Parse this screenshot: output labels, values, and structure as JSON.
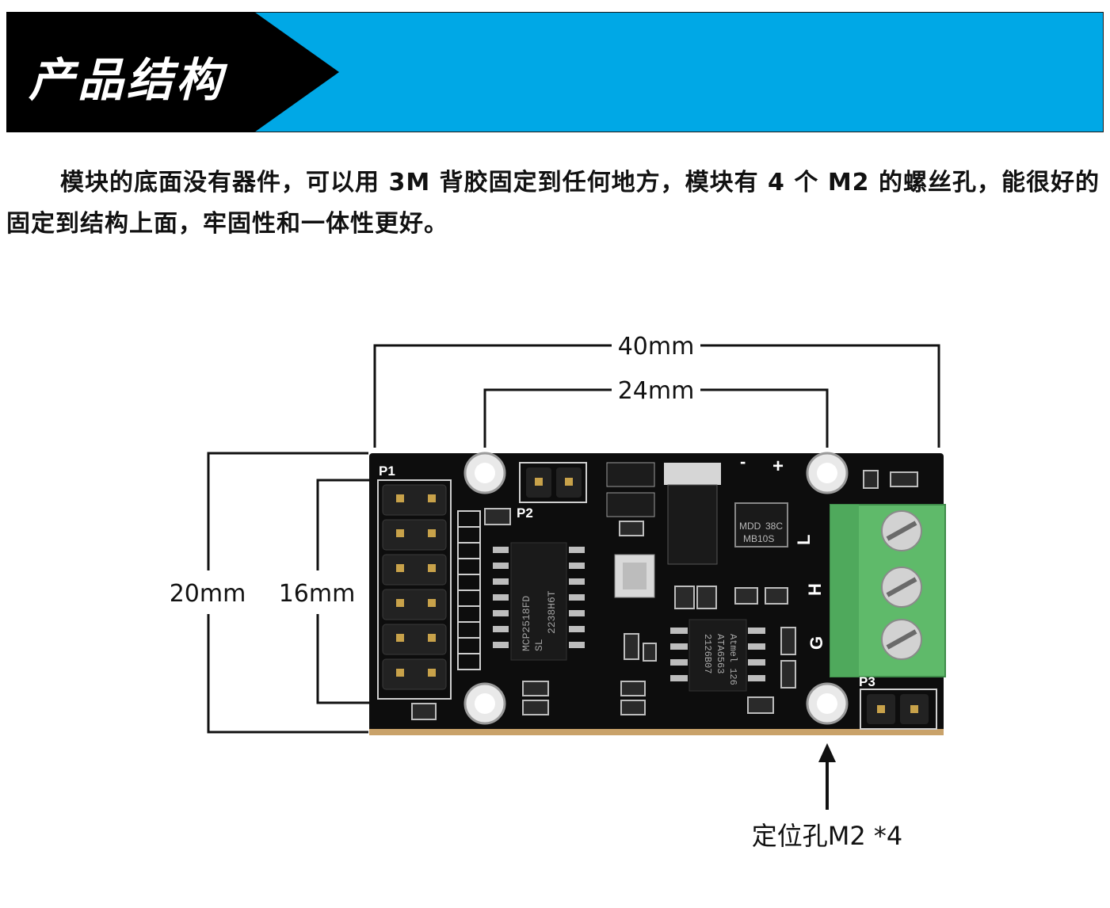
{
  "header": {
    "title": "产品结构",
    "colors": {
      "black": "#000000",
      "blue": "#00a8e6"
    }
  },
  "description": "模块的底面没有器件，可以用 3M 背胶固定到任何地方，模块有 4 个 M2 的螺丝孔，能很好的固定到结构上面，牢固性和一体性更好。",
  "dimensions": {
    "width_outer": "40mm",
    "width_inner": "24mm",
    "height_outer": "20mm",
    "height_inner": "16mm",
    "hole_note": "定位孔M2 *4"
  },
  "board": {
    "labels": {
      "p1": "P1",
      "p2": "P2",
      "p3": "P3",
      "chip1_line1": "MCP2518FD",
      "chip1_line2": "SL",
      "chip1_line3": "2238H6T",
      "chip2_line1": "Atmel 126",
      "chip2_line2": "ATA6563",
      "chip2_line3": "2126B07",
      "bridge_line1": "MDD",
      "bridge_line2": "38C",
      "bridge_line3": "MB10S",
      "minus": "-",
      "plus": "+",
      "pin_l": "L",
      "pin_h": "H",
      "pin_g": "G"
    },
    "colors": {
      "pcb": "#0d0d0d",
      "terminal": "#5fba6a",
      "hole": "#e9e9e9"
    }
  }
}
